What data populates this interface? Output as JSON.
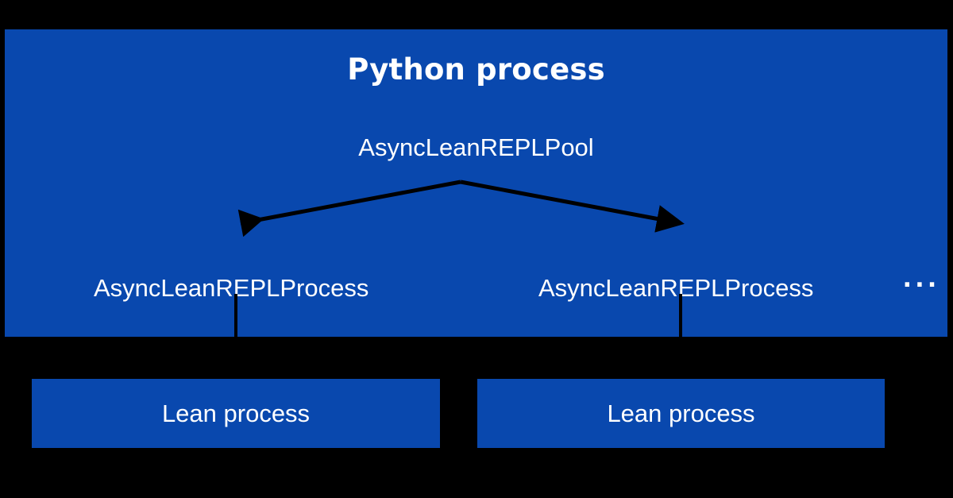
{
  "diagram": {
    "title": "Python process",
    "background_color": "#000000",
    "box_color": "#0948AE",
    "text_color": "#FFFFFF",
    "connector_color": "#000000",
    "pool": {
      "label": "AsyncLeanREPLPool"
    },
    "processes": [
      {
        "label": "AsyncLeanREPLProcess"
      },
      {
        "label": "AsyncLeanREPLProcess"
      }
    ],
    "more_indicator": "···",
    "lean_processes": [
      {
        "label": "Lean process"
      },
      {
        "label": "Lean process"
      }
    ]
  }
}
